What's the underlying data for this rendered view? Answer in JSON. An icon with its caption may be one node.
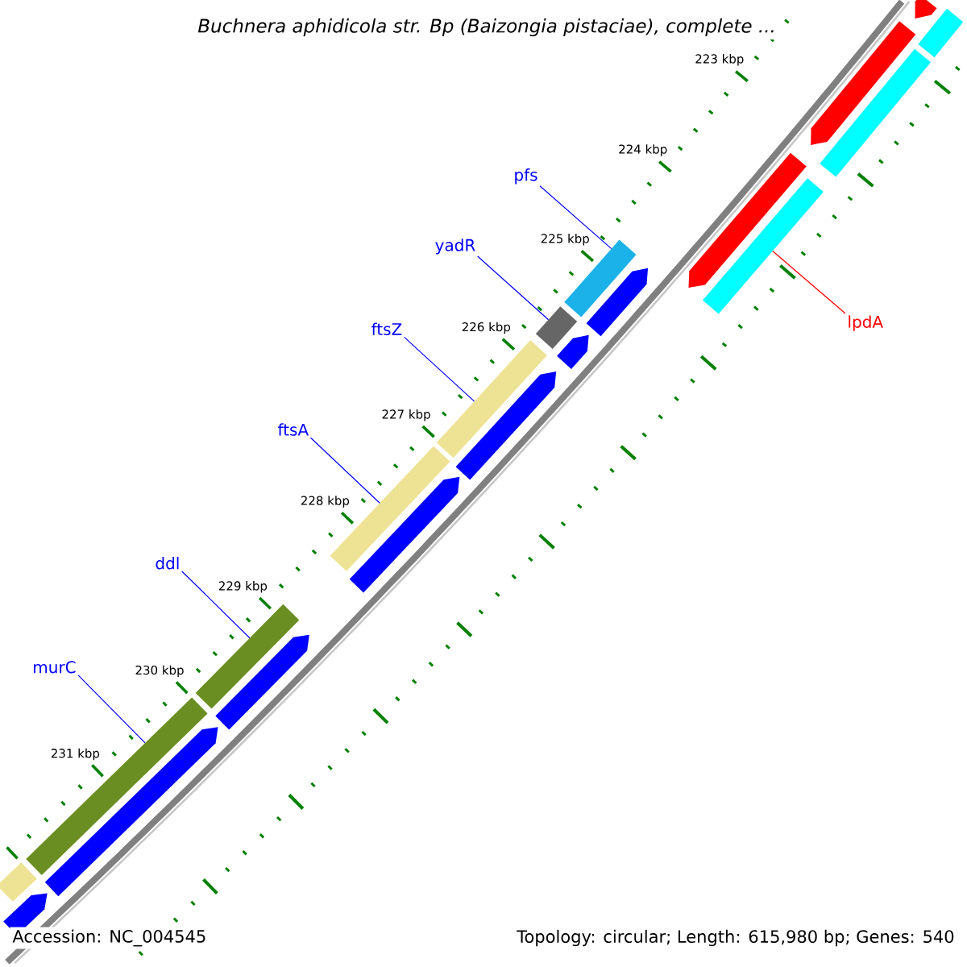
{
  "diagram": {
    "title": "Buchnera aphidicola str. Bp (Baizongia pistaciae), complete ...",
    "nodes": [
      {
        "text": [
          "pfs"
        ]
      },
      {
        "text": [
          "yadR"
        ]
      },
      {
        "text": [
          "ftsZ"
        ]
      },
      {
        "text": [
          "ftsA"
        ]
      },
      {
        "text": [
          "ddl"
        ]
      },
      {
        "text": [
          "murC"
        ]
      },
      {
        "text": [
          "lpdA"
        ]
      },
      {
        "text": [],
        "shape": "arrow"
      },
      {
        "text": [],
        "shape": "bar"
      },
      {
        "text": [],
        "shape": "arrow"
      },
      {
        "text": [],
        "shape": "bar"
      },
      {
        "text": [],
        "shape": "arrow"
      },
      {
        "text": [],
        "shape": "bar"
      },
      {
        "text": [],
        "shape": "bar"
      },
      {
        "text": [],
        "shape": "arrow"
      },
      {
        "text": [],
        "shape": "bar"
      },
      {
        "text": [],
        "shape": "arrow"
      },
      {
        "text": [],
        "shape": "bar"
      },
      {
        "text": [],
        "shape": "arrow"
      },
      {
        "text": [],
        "shape": "bar"
      },
      {
        "text": [],
        "shape": "arrow"
      },
      {
        "text": [],
        "shape": "bar"
      },
      {
        "text": [],
        "shape": "arrow"
      },
      {
        "text": [],
        "shape": "bar"
      },
      {
        "text": [],
        "shape": "arrow"
      },
      {
        "text": [],
        "shape": "bar"
      },
      {
        "text": [],
        "shape": "arrow"
      }
    ],
    "edges": [
      {
        "from": 0,
        "to": 13,
        "arrow": "none"
      },
      {
        "from": 1,
        "to": 15,
        "arrow": "none"
      },
      {
        "from": 2,
        "to": 17,
        "arrow": "none"
      },
      {
        "from": 3,
        "to": 19,
        "arrow": "none"
      },
      {
        "from": 4,
        "to": 21,
        "arrow": "none"
      },
      {
        "from": 5,
        "to": 23,
        "arrow": "none"
      },
      {
        "from": 6,
        "to": 12,
        "arrow": "none",
        "color": "#ff0000"
      }
    ],
    "labels": [
      "223 kbp",
      "224 kbp",
      "225 kbp",
      "226 kbp",
      "227 kbp",
      "228 kbp",
      "229 kbp",
      "230 kbp",
      "231 kbp",
      "Accession: NC_004545",
      "Topology: circular; Length: 615,980 bp; Genes: 540"
    ]
  }
}
